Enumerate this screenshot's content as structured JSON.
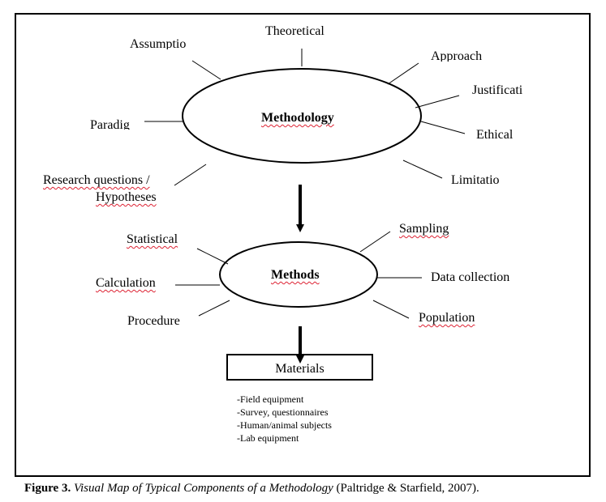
{
  "methodology": {
    "center_label": "Methodology",
    "labels": {
      "theoretical": "Theoretical",
      "assumptio": "Assumptio",
      "approach": "Approach",
      "justificati": "Justificati",
      "paradig": "Paradig",
      "ethical": "Ethical",
      "research_questions": "Research questions /",
      "hypotheses": "Hypotheses",
      "limitatio": "Limitatio"
    }
  },
  "methods": {
    "center_label": "Methods",
    "labels": {
      "statistical": "Statistical",
      "sampling": "Sampling",
      "calculation": "Calculation",
      "data_collection": "Data collection",
      "procedure": "Procedure",
      "population": "Population"
    }
  },
  "materials": {
    "box_label": "Materials",
    "items": [
      "-Field equipment",
      "-Survey, questionnaires",
      "-Human/animal subjects",
      "-Lab equipment"
    ]
  },
  "caption": {
    "figure_number": "Figure 3.",
    "title": "Visual Map of Typical Components of a Methodology",
    "citation": "(Paltridge & Starfield, 2007)."
  }
}
